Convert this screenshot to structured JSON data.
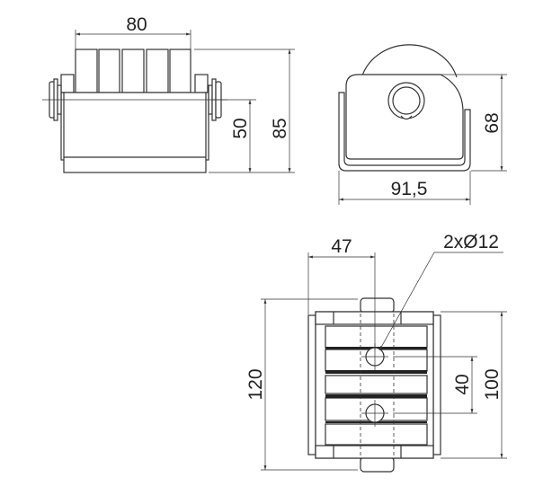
{
  "drawing": {
    "front_view": {
      "width_dim": "80",
      "height_dim": "85",
      "axle_height_dim": "50"
    },
    "side_view": {
      "height_dim": "68",
      "width_dim": "91,5"
    },
    "top_view": {
      "offset_dim": "47",
      "hole_callout": "2xØ12",
      "length_dim": "120",
      "frame_dim": "100",
      "hole_spacing_dim": "40"
    }
  }
}
